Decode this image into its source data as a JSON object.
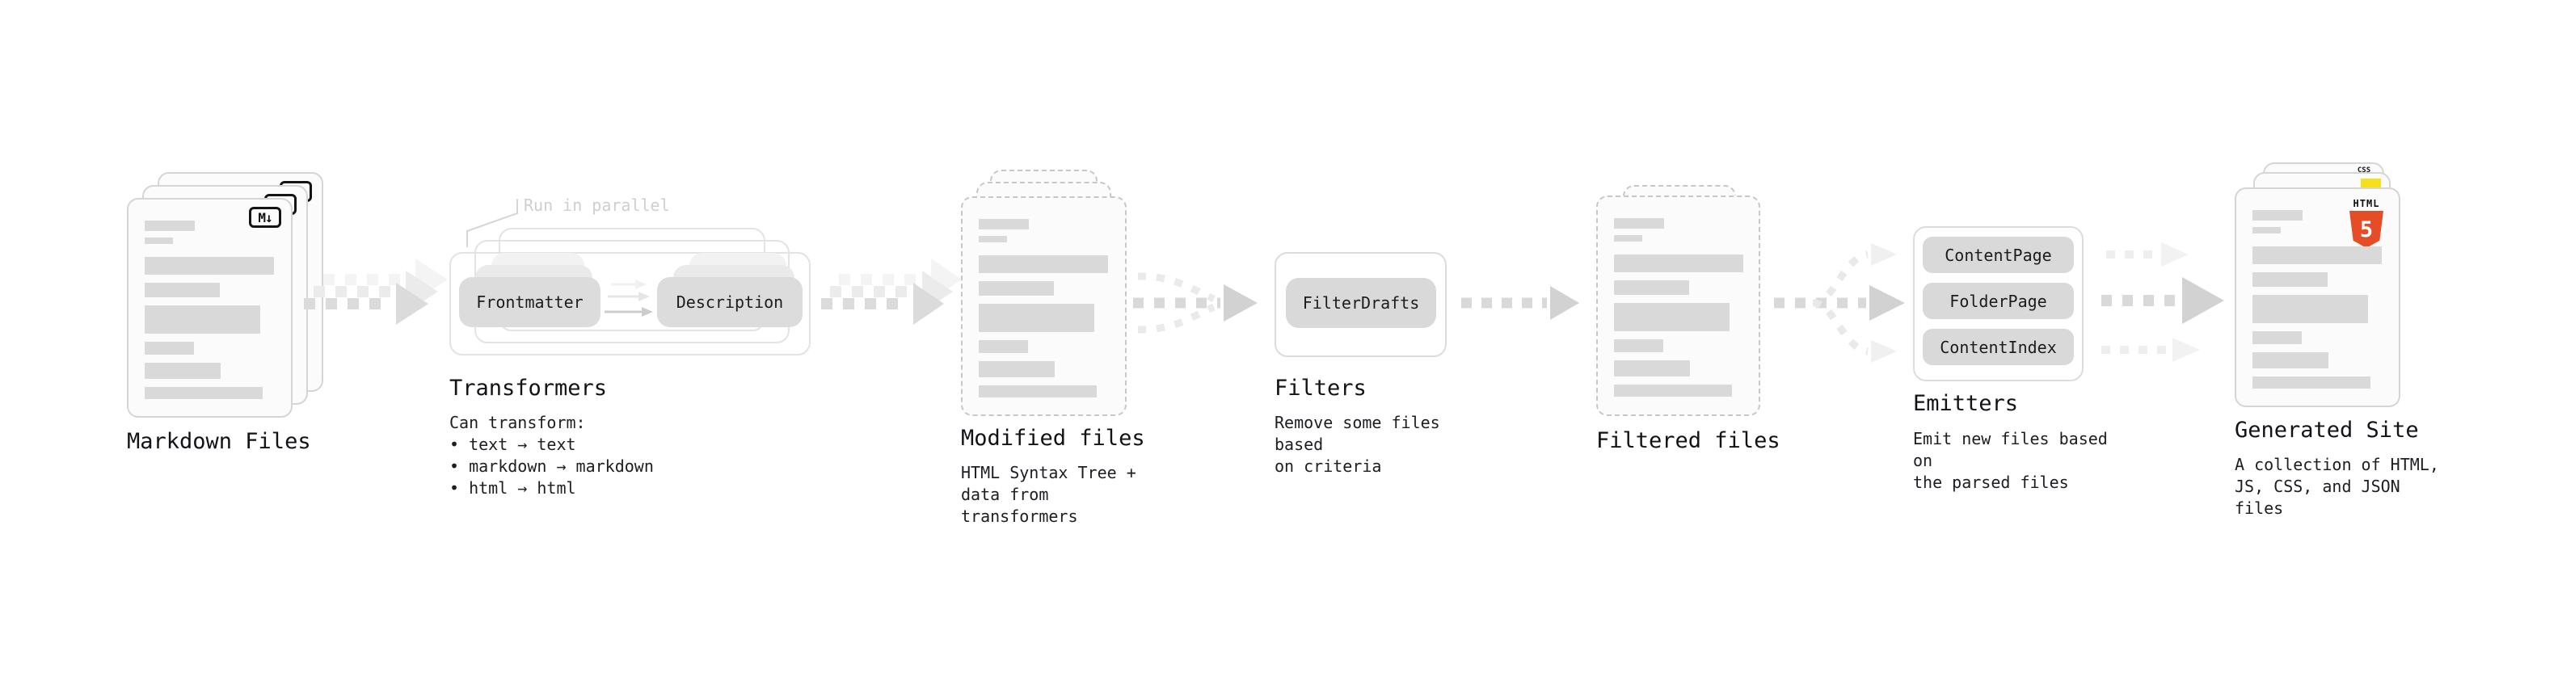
{
  "pipeline": {
    "markdown_files": {
      "label": "Markdown Files",
      "badge": "M↓"
    },
    "transformers": {
      "label": "Transformers",
      "annotation": "Run in parallel",
      "plugins": [
        "Frontmatter",
        "Description"
      ],
      "description": "Can transform:\n • text → text\n • markdown → markdown\n • html → html"
    },
    "modified_files": {
      "label": "Modified files",
      "description": "HTML Syntax Tree +\ndata from transformers"
    },
    "filters": {
      "label": "Filters",
      "plugins": [
        "FilterDrafts"
      ],
      "description": "Remove some files based\non criteria"
    },
    "filtered_files": {
      "label": "Filtered files"
    },
    "emitters": {
      "label": "Emitters",
      "plugins": [
        "ContentPage",
        "FolderPage",
        "ContentIndex"
      ],
      "description": "Emit new files based on\nthe parsed files"
    },
    "generated_site": {
      "label": "Generated Site",
      "description": "A collection of HTML,\nJS, CSS, and JSON files",
      "badges": {
        "css": "CSS",
        "html_caption": "HTML",
        "html_numeral": "5"
      }
    }
  },
  "colors": {
    "html5_orange": "#e44d26",
    "css_underline_blue": "#2062af",
    "js_yellow": "#f7df1e",
    "card_border": "#d5d5d5",
    "dashed_border": "#c7c7c7",
    "pill_fill": "#dcdcdc",
    "bar_fill": "#d9d9d9",
    "annotation_gray": "#cfcfcf"
  }
}
